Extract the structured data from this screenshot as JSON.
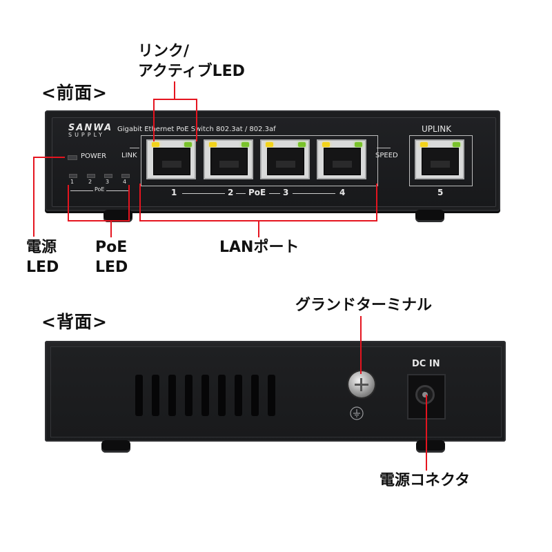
{
  "front": {
    "title": "<前面>",
    "brand_line1": "SANWA",
    "brand_line2": "SUPPLY",
    "model_text": "Gigabit Ethernet PoE Switch 802.3at / 802.3af",
    "power_label": "POWER",
    "poe_led_numbers": [
      "1",
      "2",
      "3",
      "4"
    ],
    "poe_led_group_label": "PoE",
    "link_label": "LINK",
    "speed_label": "SPEED",
    "uplink_label": "UPLINK",
    "port_numbers": [
      "1",
      "2",
      "3",
      "4"
    ],
    "poe_ports_label": "PoE",
    "uplink_port_number": "5"
  },
  "callouts": {
    "link_active_led_line1": "リンク/",
    "link_active_led_line2": "アクティブLED",
    "power_led_line1": "電源",
    "power_led_line2": "LED",
    "poe_led_line1": "PoE",
    "poe_led_line2": "LED",
    "lan_port": "LANポート",
    "ground_terminal": "グランドターミナル",
    "power_connector": "電源コネクタ"
  },
  "back": {
    "title": "<背面>",
    "dc_in_label": "DC IN"
  },
  "colors": {
    "callout_line": "#e5141f",
    "led_link": "#f2d21a",
    "led_speed": "#79c22b",
    "device_body": "#1d1e20"
  }
}
